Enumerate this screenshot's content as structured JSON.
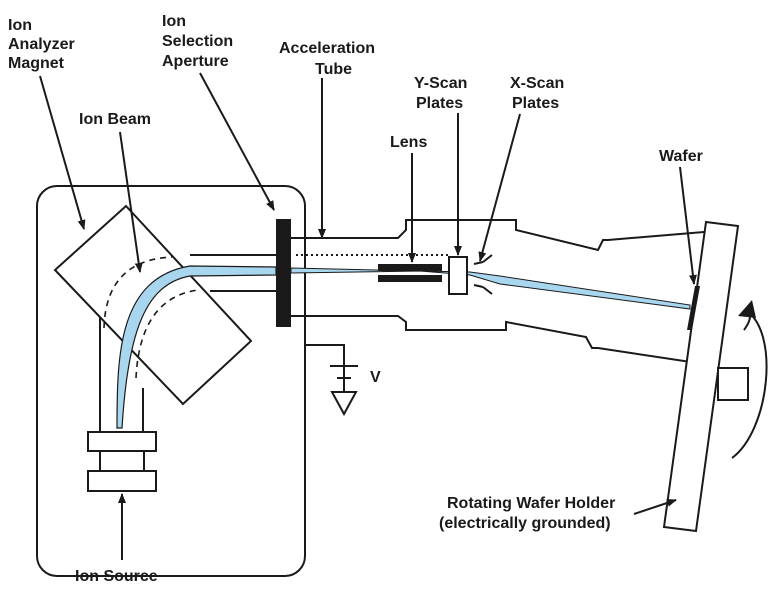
{
  "labels": {
    "magnet": [
      "Ion",
      "Analyzer",
      "Magnet"
    ],
    "ion_beam": "Ion Beam",
    "aperture": [
      "Ion",
      "Selection",
      "Aperture"
    ],
    "accel_tube": [
      "Acceleration",
      "Tube"
    ],
    "y_scan": [
      "Y-Scan",
      "Plates"
    ],
    "x_scan": [
      "X-Scan",
      "Plates"
    ],
    "lens": "Lens",
    "wafer": "Wafer",
    "voltage": "V",
    "holder": [
      "Rotating Wafer Holder",
      "(electrically grounded)"
    ],
    "ion_source": "Ion Source"
  },
  "colors": {
    "beam": "#a9d6ef",
    "line": "#1a1a1a"
  }
}
